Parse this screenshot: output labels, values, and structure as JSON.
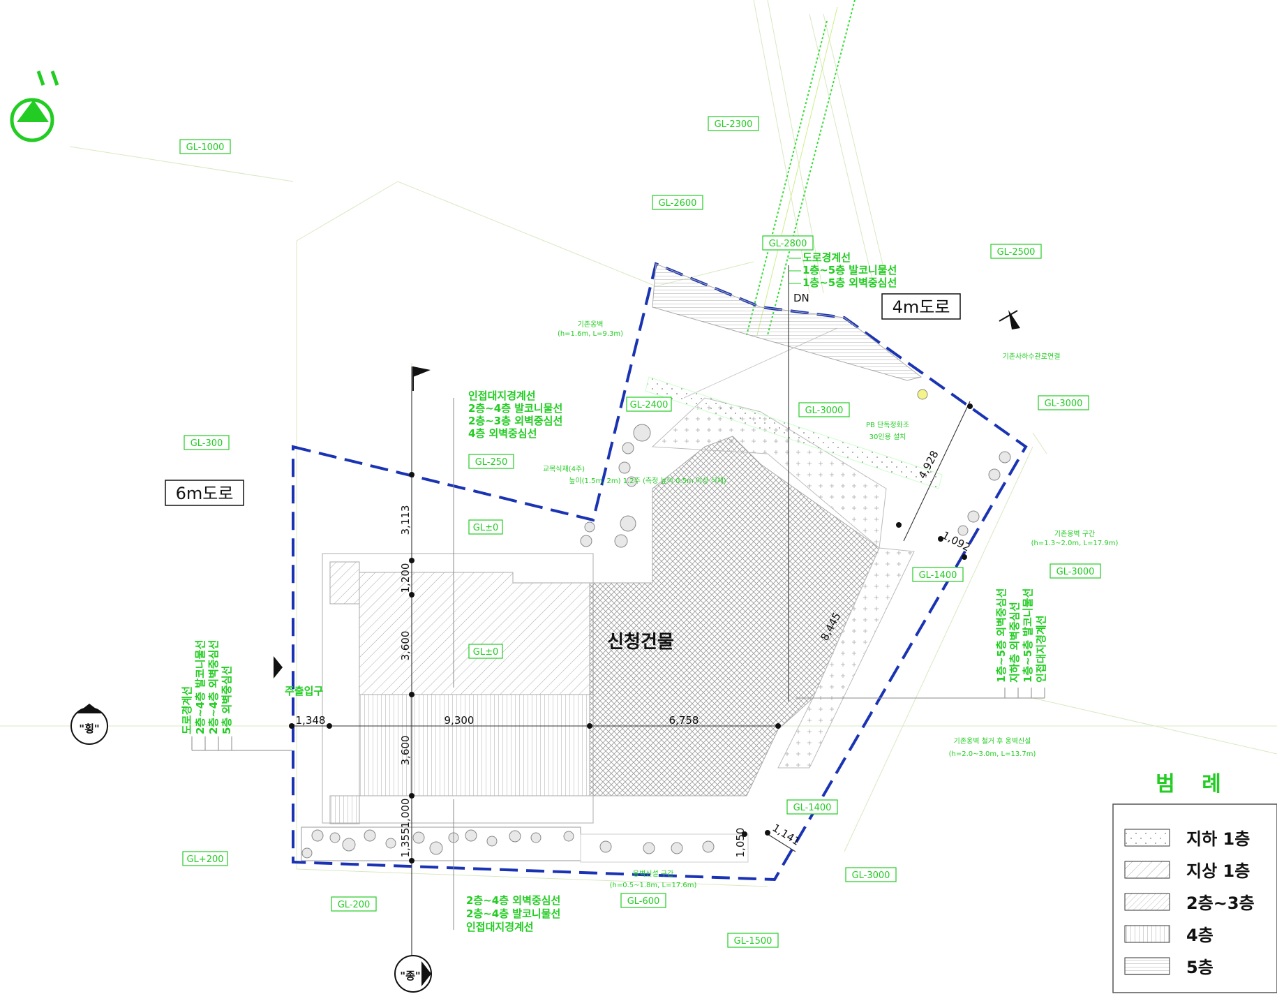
{
  "ground_levels": {
    "gl1": "GL-1000",
    "gl2": "GL-2300",
    "gl3": "GL-2600",
    "gl4": "GL-2800",
    "gl5": "GL-2500",
    "gl6": "GL-300",
    "gl7": "GL-250",
    "gl8": "GL-2400",
    "gl9": "GL-3000",
    "gl10": "GL-3000",
    "gl11": "GL±0",
    "gl12": "GL-1400",
    "gl13": "GL-3000",
    "gl14": "GL±0",
    "gl15": "GL-1400",
    "gl16": "GL+200",
    "gl17": "GL-3000",
    "gl18": "GL-200",
    "gl19": "GL-600",
    "gl20": "GL-1500"
  },
  "roads": {
    "west": "6m도로",
    "north": "4m도로"
  },
  "building": {
    "label": "신청건물",
    "entrance": "주출입구"
  },
  "section_markers": {
    "left": "\"횡\"",
    "bottom": "\"종\""
  },
  "dimensions": {
    "d1348": "1,348",
    "d9300": "9,300",
    "d6758": "6,758",
    "d3113": "3,113",
    "d1200": "1,200",
    "d3600a": "3,600",
    "d3600b": "3,600",
    "d1000": "1,000",
    "d1355": "1,355",
    "d1050": "1,050",
    "d1141": "1,141",
    "d4928": "4,928",
    "d1092": "1,092",
    "d8445": "8,445",
    "dn": "DN"
  },
  "annotations": {
    "north_top": [
      "도로경계선",
      "1층~5층 발코니물선",
      "1층~5층 외벽중심선"
    ],
    "mid_top": [
      "인접대지경계선",
      "2층~4층 발코니물선",
      "2층~3층 외벽중심선",
      "4층 외벽중심선"
    ],
    "bottom": [
      "2층~4층 외벽중심선",
      "2층~4층 발코니물선",
      "인접대지경계선"
    ],
    "left_vertical": [
      "도로경계선",
      "2층~4층 발코니물선",
      "2층~4층 외벽중심선",
      "5층 외벽중심선"
    ],
    "right_vertical": [
      "1층~5층 외벽중심선",
      "지하층 외벽중심선",
      "1층~5층 발코니물선",
      "인접대지경계선"
    ],
    "retaining_wall": [
      "기존옹벽",
      "(h=1.6m, L=9.3m)"
    ],
    "retaining_wall2": [
      "기존옹벽 구간",
      "(h=1.3~2.0m, L=17.9m)"
    ],
    "retaining_wall3": [
      "기존옹벽 철거 후 옹벽신설",
      "(h=2.0~3.0m, L=13.7m)"
    ],
    "retaining_wall4": [
      "옹벽신설 구간",
      "(h=0.5~1.8m, L=17.6m)"
    ],
    "sewer": "기존사하수관로연결",
    "landscape": [
      "PB 단독정화조",
      "30인용 설치"
    ],
    "tree_note": "교목식재(4주)",
    "tree_note2": "높이(1.5m, 2m) 1.2주 (측정 높이 0.5m 이상 식재)"
  },
  "legend": {
    "title": "범 례",
    "items": [
      "지하 1층",
      "지상 1층",
      "2층~3층",
      "4층",
      "5층"
    ]
  },
  "colors": {
    "boundary": "#1a33b3",
    "annotation": "#22cc22",
    "text": "#111111"
  }
}
